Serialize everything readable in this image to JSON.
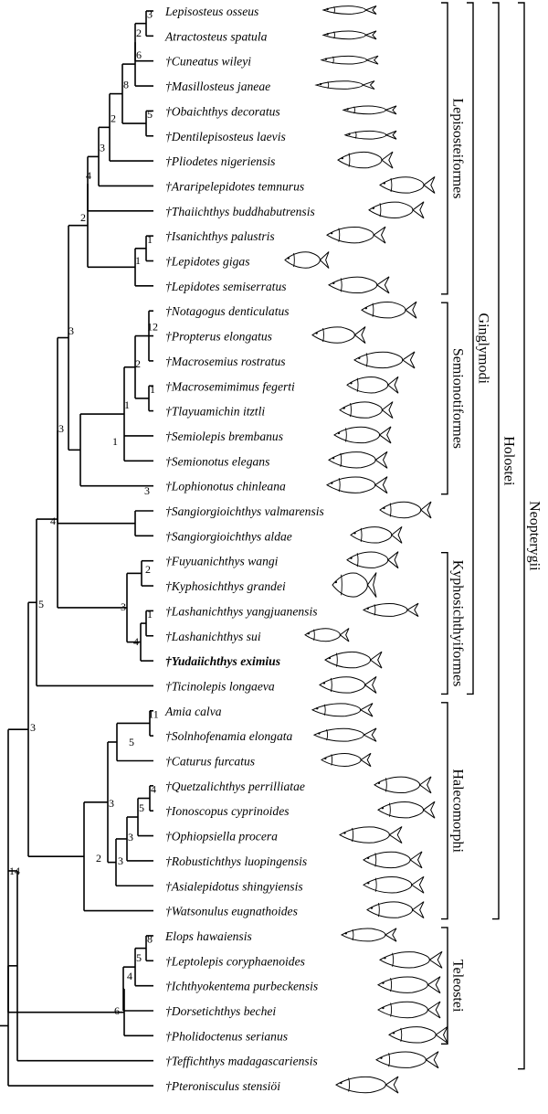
{
  "taxa": [
    {
      "dagger": false,
      "name": "Lepisosteus osseus"
    },
    {
      "dagger": false,
      "name": "Atractosteus spatula"
    },
    {
      "dagger": true,
      "name": "Cuneatus wileyi"
    },
    {
      "dagger": true,
      "name": "Masillosteus janeae"
    },
    {
      "dagger": true,
      "name": "Obaichthys decoratus"
    },
    {
      "dagger": true,
      "name": "Dentilepisosteus laevis"
    },
    {
      "dagger": true,
      "name": "Pliodetes nigeriensis"
    },
    {
      "dagger": true,
      "name": "Araripelepidotes temnurus"
    },
    {
      "dagger": true,
      "name": "Thaiichthys buddhabutrensis"
    },
    {
      "dagger": true,
      "name": "Isanichthys palustris"
    },
    {
      "dagger": true,
      "name": "Lepidotes gigas"
    },
    {
      "dagger": true,
      "name": "Lepidotes semiserratus"
    },
    {
      "dagger": true,
      "name": "Notagogus denticulatus"
    },
    {
      "dagger": true,
      "name": "Propterus elongatus"
    },
    {
      "dagger": true,
      "name": "Macrosemius rostratus"
    },
    {
      "dagger": true,
      "name": "Macrosemimimus fegerti"
    },
    {
      "dagger": true,
      "name": "Tlayuamichin itztli"
    },
    {
      "dagger": true,
      "name": "Semiolepis brembanus"
    },
    {
      "dagger": true,
      "name": "Semionotus elegans"
    },
    {
      "dagger": true,
      "name": "Lophionotus chinleana"
    },
    {
      "dagger": true,
      "name": "Sangiorgioichthys valmarensis"
    },
    {
      "dagger": true,
      "name": "Sangiorgioichthys aldae"
    },
    {
      "dagger": true,
      "name": "Fuyuanichthys wangi"
    },
    {
      "dagger": true,
      "name": "Kyphosichthys grandei"
    },
    {
      "dagger": true,
      "name": "Lashanichthys yangjuanensis"
    },
    {
      "dagger": true,
      "name": "Lashanichthys sui"
    },
    {
      "dagger": true,
      "name": "Yudaiichthys eximius",
      "bold": true
    },
    {
      "dagger": true,
      "name": "Ticinolepis longaeva"
    },
    {
      "dagger": false,
      "name": "Amia calva"
    },
    {
      "dagger": true,
      "name": "Solnhofenamia elongata"
    },
    {
      "dagger": true,
      "name": "Caturus furcatus"
    },
    {
      "dagger": true,
      "name": "Quetzalichthys perrilliatae"
    },
    {
      "dagger": true,
      "name": "Ionoscopus cyprinoides"
    },
    {
      "dagger": true,
      "name": "Ophiopsiella procera"
    },
    {
      "dagger": true,
      "name": "Robustichthys luopingensis"
    },
    {
      "dagger": true,
      "name": "Asialepidotus shingyiensis"
    },
    {
      "dagger": true,
      "name": "Watsonulus eugnathoides"
    },
    {
      "dagger": false,
      "name": "Elops hawaiensis"
    },
    {
      "dagger": true,
      "name": "Leptolepis coryphaenoides"
    },
    {
      "dagger": true,
      "name": "Ichthyokentema purbeckensis"
    },
    {
      "dagger": true,
      "name": "Dorsetichthys bechei"
    },
    {
      "dagger": true,
      "name": "Pholidoctenus serianus"
    },
    {
      "dagger": true,
      "name": "Teffichthys madagascariensis"
    },
    {
      "dagger": true,
      "name": "Pteronisculus stensiöi"
    }
  ],
  "dagger_symbol": "†",
  "nodes": [
    {
      "id": "n_lep_atr",
      "children": [
        0,
        1
      ],
      "label": "3"
    },
    {
      "id": "n_gars",
      "children": [
        "n_lep_atr",
        2
      ],
      "label": "2"
    },
    {
      "id": "n_gar_mas",
      "children": [
        "n_gars",
        3
      ],
      "label": "6"
    },
    {
      "id": "n_obai",
      "children": [
        4,
        5
      ],
      "label": "5"
    },
    {
      "id": "n_lepi_a",
      "children": [
        "n_gar_mas",
        "n_obai"
      ],
      "label": "8"
    },
    {
      "id": "n_lepi_b",
      "children": [
        "n_lepi_a",
        6
      ],
      "label": "2"
    },
    {
      "id": "n_lepi_c",
      "children": [
        "n_lepi_b",
        7
      ],
      "label": "3"
    },
    {
      "id": "n_lepi_d",
      "children": [
        "n_lepi_c",
        8
      ],
      "label": "4"
    },
    {
      "id": "n_isa",
      "children": [
        9,
        10
      ],
      "label": "1"
    },
    {
      "id": "n_lepid",
      "children": [
        "n_isa",
        11
      ],
      "label": "1"
    },
    {
      "id": "n_lepiso",
      "children": [
        "n_lepi_d",
        "n_lepid"
      ],
      "label": "2"
    },
    {
      "id": "n_macro",
      "children": [
        12,
        13,
        14
      ],
      "label": "12"
    },
    {
      "id": "n_tlay",
      "children": [
        15,
        16
      ],
      "label": "1"
    },
    {
      "id": "n_semi_a",
      "children": [
        "n_macro",
        "n_tlay"
      ],
      "label": "2"
    },
    {
      "id": "n_semi_b",
      "children": [
        "n_semi_a",
        17,
        18
      ],
      "label": "1"
    },
    {
      "id": "n_semi",
      "children": [
        "n_semi_b",
        19
      ],
      "label": "1"
    },
    {
      "id": "n_ging_a",
      "children": [
        "n_lepiso",
        "n_semi"
      ],
      "label": "3"
    },
    {
      "id": "n_sang",
      "children": [
        20,
        21
      ],
      "label": "3"
    },
    {
      "id": "n_ging_b",
      "children": [
        "n_ging_a",
        "n_sang"
      ],
      "label": "3"
    },
    {
      "id": "n_fuy",
      "children": [
        22,
        23
      ],
      "label": "2"
    },
    {
      "id": "n_lash",
      "children": [
        24,
        25
      ],
      "label": "1"
    },
    {
      "id": "n_lash_y",
      "children": [
        "n_lash",
        26
      ],
      "label": "4"
    },
    {
      "id": "n_kyph",
      "children": [
        "n_fuy",
        "n_lash_y"
      ],
      "label": "3"
    },
    {
      "id": "n_ging_c",
      "children": [
        "n_ging_b",
        "n_kyph"
      ],
      "label": "4"
    },
    {
      "id": "n_ging",
      "children": [
        "n_ging_c",
        27
      ],
      "label": "5"
    },
    {
      "id": "n_amia",
      "children": [
        28,
        29
      ],
      "label": "11"
    },
    {
      "id": "n_amiiform",
      "children": [
        "n_amia",
        30
      ],
      "label": "5"
    },
    {
      "id": "n_quetz",
      "children": [
        31,
        32
      ],
      "label": "4"
    },
    {
      "id": "n_ion",
      "children": [
        "n_quetz",
        33
      ],
      "label": "5"
    },
    {
      "id": "n_ion_rob",
      "children": [
        "n_ion",
        34
      ],
      "label": "3"
    },
    {
      "id": "n_ion_asia",
      "children": [
        "n_ion_rob",
        35
      ],
      "label": "3"
    },
    {
      "id": "n_halec_a",
      "children": [
        "n_amiiform",
        "n_ion_asia"
      ],
      "label": "3"
    },
    {
      "id": "n_halec",
      "children": [
        "n_halec_a",
        36
      ],
      "label": "2"
    },
    {
      "id": "n_holostei",
      "children": [
        "n_ging",
        "n_halec"
      ],
      "label": "3"
    },
    {
      "id": "n_elops",
      "children": [
        37,
        38
      ],
      "label": "8"
    },
    {
      "id": "n_ichth",
      "children": [
        "n_elops",
        39
      ],
      "label": "5"
    },
    {
      "id": "n_tel_a",
      "children": [
        "n_ichth",
        40
      ],
      "label": "4"
    },
    {
      "id": "n_tel",
      "children": [
        "n_tel_a",
        41
      ],
      "label": "6"
    },
    {
      "id": "n_neo",
      "children": [
        "n_holostei",
        "n_tel"
      ],
      "label": "14"
    },
    {
      "id": "n_neo_t",
      "children": [
        "n_neo",
        42
      ],
      "label": ""
    },
    {
      "id": "n_root",
      "children": [
        "n_neo_t",
        43
      ],
      "label": ""
    }
  ],
  "groups": [
    {
      "label": "Lepisosteiformes",
      "from": 0,
      "to": 11,
      "column": 0
    },
    {
      "label": "Semionotiformes",
      "from": 12,
      "to": 19,
      "column": 0
    },
    {
      "label": "Kyphosichthyiformes",
      "from": 22,
      "to": 27,
      "column": 0
    },
    {
      "label": "Halecomorphi",
      "from": 28,
      "to": 36,
      "column": 0
    },
    {
      "label": "Teleostei",
      "from": 37,
      "to": 41,
      "column": 0
    },
    {
      "label": "Ginglymodi",
      "from": 0,
      "to": 27,
      "column": 1
    },
    {
      "label": "Holostei",
      "from": 0,
      "to": 36,
      "column": 2
    },
    {
      "label": "Neopterygii",
      "from": 0,
      "to": 42,
      "column": 3
    }
  ]
}
